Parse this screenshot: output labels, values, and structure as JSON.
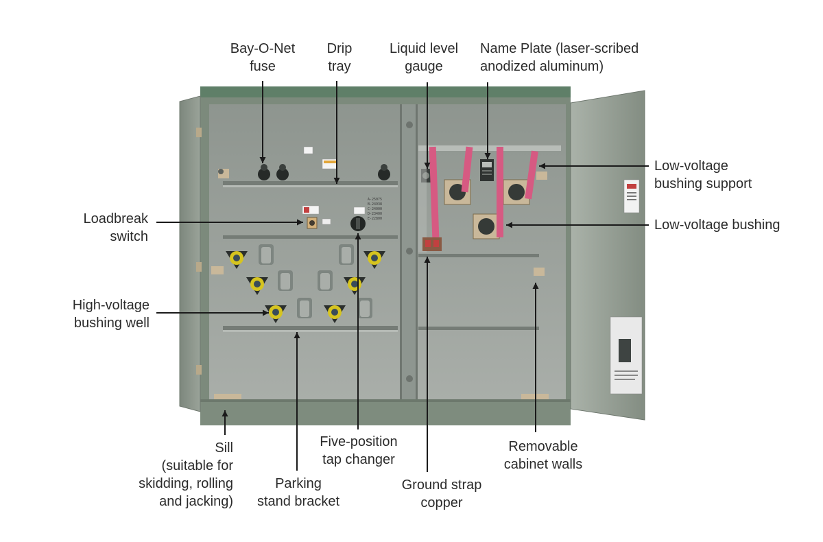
{
  "colors": {
    "cabinet_green": "#7c8a7c",
    "roof_green": "#5f7f68",
    "interior_grey": "#a3a9a4",
    "busbar_pink": "#d65a82",
    "bushing_yellow": "#d6c420",
    "label_text": "#2b2b2b",
    "leader_line": "#1a1a1a"
  },
  "labels": {
    "bayonet_fuse": [
      "Bay-O-Net",
      "fuse"
    ],
    "drip_tray": [
      "Drip",
      "tray"
    ],
    "liquid_level": [
      "Liquid level",
      "gauge"
    ],
    "name_plate": [
      "Name Plate (laser-scribed",
      "anodized aluminum)"
    ],
    "lv_bushing_support": [
      "Low-voltage",
      "bushing support"
    ],
    "lv_bushing": [
      "Low-voltage bushing"
    ],
    "loadbreak": [
      "Loadbreak",
      "switch"
    ],
    "hv_bushing_well": [
      "High-voltage",
      "bushing well"
    ],
    "sill": [
      "Sill",
      "(suitable for",
      "skidding, rolling",
      "and jacking)"
    ],
    "parking_stand": [
      "Parking",
      "stand bracket"
    ],
    "tap_changer": [
      "Five-position",
      "tap changer"
    ],
    "ground_strap": [
      "Ground strap",
      "copper"
    ],
    "removable_walls": [
      "Removable",
      "cabinet walls"
    ]
  },
  "icons": {
    "warning_sticker": "warning-label-icon",
    "bushing": "bushing-icon",
    "fuse": "fuse-icon"
  },
  "tap_positions": [
    "A-25075",
    "B-24938",
    "C-24000",
    "D-23400",
    "E-22800"
  ]
}
